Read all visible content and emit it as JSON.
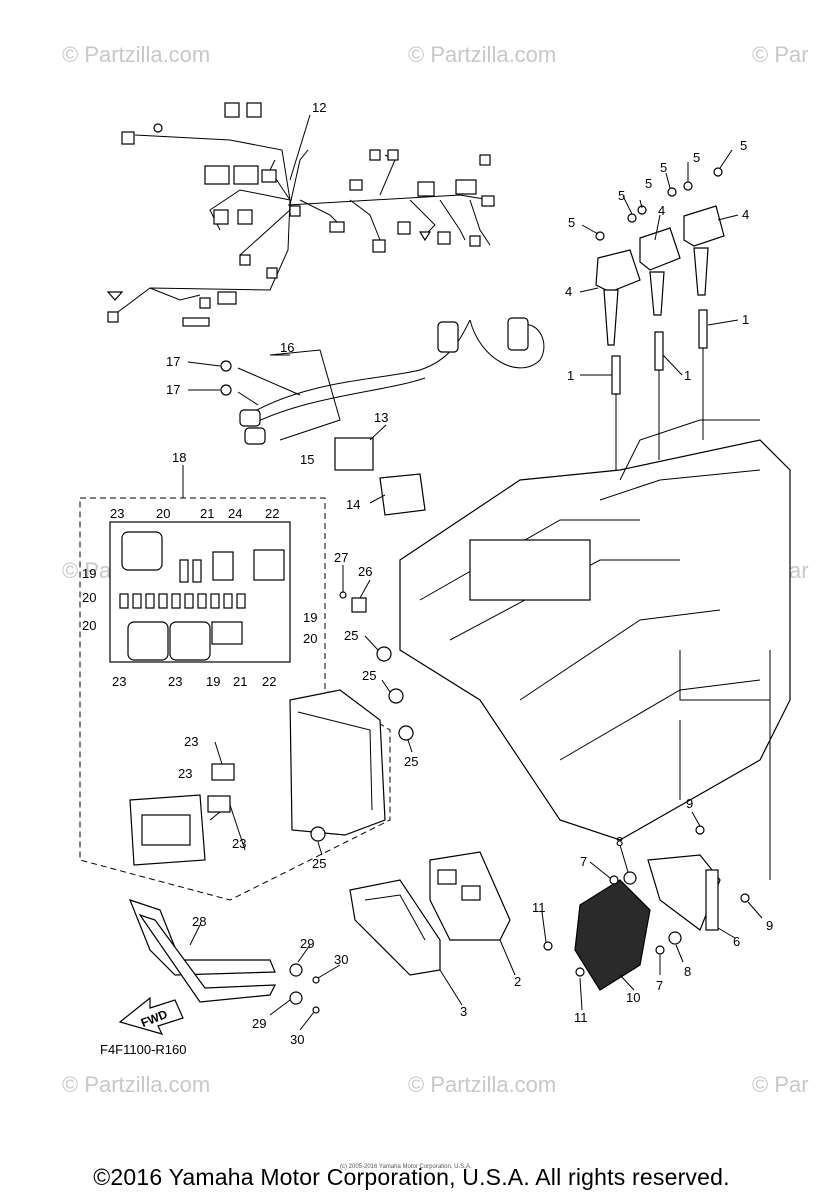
{
  "watermark": {
    "text": "© Partzilla.com",
    "partial_text": "© Par"
  },
  "diagram": {
    "figure_code": "F4F1100-R160",
    "fwd_label": "FWD",
    "credit_small": "(c) 2005-2016 Yamaha Motor Corporation, U.S.A.",
    "copyright": "©2016 Yamaha Motor Corporation, U.S.A. All rights reserved."
  },
  "callouts": [
    {
      "id": "c12",
      "label": "12"
    },
    {
      "id": "c5a",
      "label": "5"
    },
    {
      "id": "c5b",
      "label": "5"
    },
    {
      "id": "c5c",
      "label": "5"
    },
    {
      "id": "c5d",
      "label": "5"
    },
    {
      "id": "c5e",
      "label": "5"
    },
    {
      "id": "c5f",
      "label": "5"
    },
    {
      "id": "c4a",
      "label": "4"
    },
    {
      "id": "c4b",
      "label": "4"
    },
    {
      "id": "c4c",
      "label": "4"
    },
    {
      "id": "c1a",
      "label": "1"
    },
    {
      "id": "c1b",
      "label": "1"
    },
    {
      "id": "c1c",
      "label": "1"
    },
    {
      "id": "c16",
      "label": "16"
    },
    {
      "id": "c17a",
      "label": "17"
    },
    {
      "id": "c17b",
      "label": "17"
    },
    {
      "id": "c15",
      "label": "15"
    },
    {
      "id": "c13",
      "label": "13"
    },
    {
      "id": "c14",
      "label": "14"
    },
    {
      "id": "c18",
      "label": "18"
    },
    {
      "id": "c23a",
      "label": "23"
    },
    {
      "id": "c20a",
      "label": "20"
    },
    {
      "id": "c21a",
      "label": "21"
    },
    {
      "id": "c24",
      "label": "24"
    },
    {
      "id": "c22a",
      "label": "22"
    },
    {
      "id": "c19a",
      "label": "19"
    },
    {
      "id": "c20b",
      "label": "20"
    },
    {
      "id": "c20c",
      "label": "20"
    },
    {
      "id": "c19b",
      "label": "19"
    },
    {
      "id": "c20d",
      "label": "20"
    },
    {
      "id": "c23b",
      "label": "23"
    },
    {
      "id": "c23c",
      "label": "23"
    },
    {
      "id": "c19c",
      "label": "19"
    },
    {
      "id": "c21b",
      "label": "21"
    },
    {
      "id": "c22b",
      "label": "22"
    },
    {
      "id": "c27",
      "label": "27"
    },
    {
      "id": "c26",
      "label": "26"
    },
    {
      "id": "c25a",
      "label": "25"
    },
    {
      "id": "c25b",
      "label": "25"
    },
    {
      "id": "c25c",
      "label": "25"
    },
    {
      "id": "c25d",
      "label": "25"
    },
    {
      "id": "c23d",
      "label": "23"
    },
    {
      "id": "c23e",
      "label": "23"
    },
    {
      "id": "c23f",
      "label": "23"
    },
    {
      "id": "c9a",
      "label": "9"
    },
    {
      "id": "c9b",
      "label": "9"
    },
    {
      "id": "c8a",
      "label": "8"
    },
    {
      "id": "c8b",
      "label": "8"
    },
    {
      "id": "c7a",
      "label": "7"
    },
    {
      "id": "c7b",
      "label": "7"
    },
    {
      "id": "c6",
      "label": "6"
    },
    {
      "id": "c11a",
      "label": "11"
    },
    {
      "id": "c11b",
      "label": "11"
    },
    {
      "id": "c10",
      "label": "10"
    },
    {
      "id": "c2",
      "label": "2"
    },
    {
      "id": "c3",
      "label": "3"
    },
    {
      "id": "c28",
      "label": "28"
    },
    {
      "id": "c29a",
      "label": "29"
    },
    {
      "id": "c30a",
      "label": "30"
    },
    {
      "id": "c29b",
      "label": "29"
    },
    {
      "id": "c30b",
      "label": "30"
    }
  ]
}
